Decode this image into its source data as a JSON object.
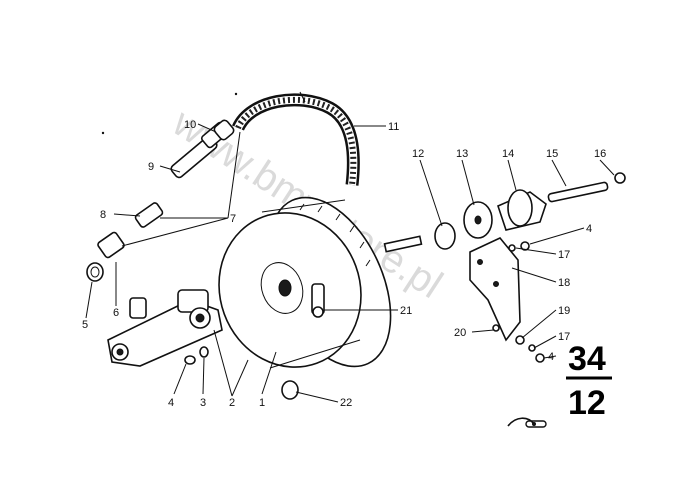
{
  "watermark": "www.bmwstore.pl",
  "group": {
    "major": "34",
    "minor": "12"
  },
  "callouts": [
    {
      "id": "c1",
      "label": "1"
    },
    {
      "id": "c2",
      "label": "2"
    },
    {
      "id": "c3",
      "label": "3"
    },
    {
      "id": "c4a",
      "label": "4"
    },
    {
      "id": "c4b",
      "label": "4"
    },
    {
      "id": "c4c",
      "label": "4"
    },
    {
      "id": "c5",
      "label": "5"
    },
    {
      "id": "c6",
      "label": "6"
    },
    {
      "id": "c7",
      "label": "7"
    },
    {
      "id": "c8",
      "label": "8"
    },
    {
      "id": "c9",
      "label": "9"
    },
    {
      "id": "c10",
      "label": "10"
    },
    {
      "id": "c11",
      "label": "11"
    },
    {
      "id": "c12",
      "label": "12"
    },
    {
      "id": "c13",
      "label": "13"
    },
    {
      "id": "c14",
      "label": "14"
    },
    {
      "id": "c15",
      "label": "15"
    },
    {
      "id": "c16",
      "label": "16"
    },
    {
      "id": "c17a",
      "label": "17"
    },
    {
      "id": "c17b",
      "label": "17"
    },
    {
      "id": "c18",
      "label": "18"
    },
    {
      "id": "c19",
      "label": "19"
    },
    {
      "id": "c20",
      "label": "20"
    },
    {
      "id": "c21",
      "label": "21"
    },
    {
      "id": "c22",
      "label": "22"
    }
  ]
}
